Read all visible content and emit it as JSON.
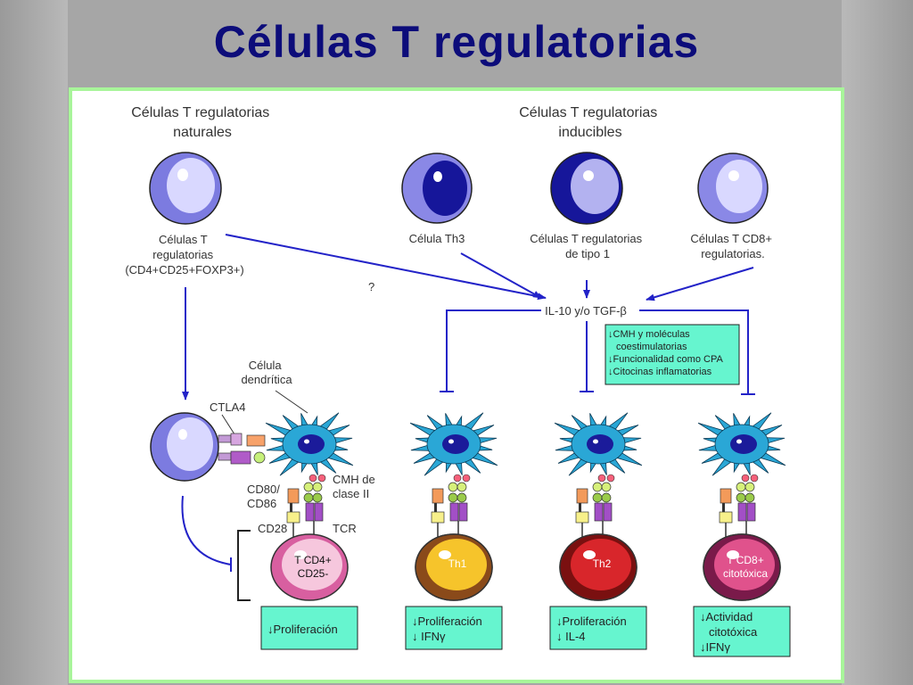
{
  "slide": {
    "title": "Células T regulatorias"
  },
  "colors": {
    "frame": "#a8f59a",
    "arrow": "#2323c8",
    "box_fill": "#66f5cf",
    "title": "#0c0c7a"
  },
  "labels": {
    "natural_header": [
      "Células T regulatorias",
      "naturales"
    ],
    "inducible_header": [
      "Células T regulatorias",
      "inducibles"
    ],
    "natural_cell": [
      "Células T",
      "regulatorias",
      "(CD4+CD25+FOXP3+)"
    ],
    "th3": "Célula Th3",
    "tr1": [
      "Células T regulatorias",
      "de tipo 1"
    ],
    "cd8reg": [
      "Células T CD8+",
      "regulatorias."
    ],
    "question": "?",
    "cytokines": "IL-10 y/o TGF-β",
    "apc_effects": [
      "↓CMH y moléculas",
      "coestimulatorias",
      "↓Funcionalidad como CPA",
      "↓Citocinas inflamatorias"
    ],
    "dendritic": [
      "Célula",
      "dendrítica"
    ],
    "ctla4": "CTLA4",
    "cd80": [
      "CD80/",
      "CD86"
    ],
    "cmh": [
      "CMH de",
      "clase II"
    ],
    "cd28": "CD28",
    "tcr": "TCR"
  },
  "targets": [
    {
      "name": [
        "T CD4+",
        "CD25-"
      ],
      "effect": [
        "↓Proliferación"
      ],
      "color": "#d85fa0",
      "icon": "t-cd4-cd25-neg-cell-icon"
    },
    {
      "name": [
        "Th1"
      ],
      "effect": [
        "↓Proliferación",
        "↓ IFNγ"
      ],
      "color": "#f3c21a",
      "icon": "th1-cell-icon"
    },
    {
      "name": [
        "Th2"
      ],
      "effect": [
        "↓Proliferación",
        "↓ IL-4"
      ],
      "color": "#cc1c1c",
      "icon": "th2-cell-icon"
    },
    {
      "name": [
        "T CD8+",
        "citotóxica"
      ],
      "effect": [
        "↓Actividad",
        "citotóxica",
        "↓IFNγ"
      ],
      "color": "#c23a6e",
      "icon": "t-cd8-cytotoxic-cell-icon"
    }
  ]
}
